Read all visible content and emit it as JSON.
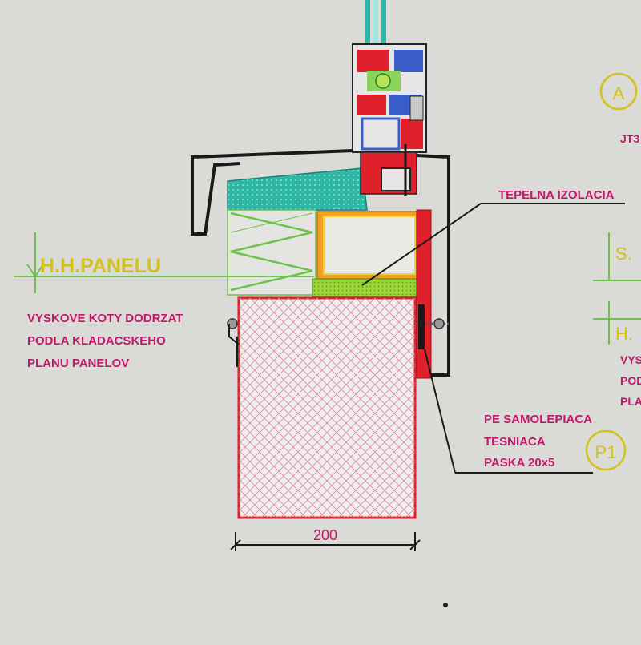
{
  "labels": {
    "panel_level": "H.H.PANELU",
    "height_note": [
      "VYSKOVE KOTY DODRZAT",
      "PODLA KLADACSKEHO",
      "PLANU PANELOV"
    ],
    "insulation": "TEPELNA IZOLACIA",
    "tape": [
      "PE SAMOLEPIACA",
      "TESNIACA",
      "PASKA 20x5"
    ],
    "dimension": "200"
  },
  "markers": {
    "a": "A",
    "p1": "P1"
  },
  "edge_fragments": {
    "jt": "JT3",
    "s": "S.",
    "h": "H.",
    "vys": [
      "VYS",
      "POD",
      "PLA"
    ]
  },
  "colors": {
    "background": "#d9d9d6",
    "magenta_text": "#c0186a",
    "yellow_text": "#d2c21a",
    "green_line": "#6cc24a",
    "black_line": "#1a1a1a",
    "red_outline": "#e0202a",
    "insulation_fill": "#b5df3a",
    "teal_fill": "#2fb7a6",
    "orange_frame": "#f2a020"
  }
}
